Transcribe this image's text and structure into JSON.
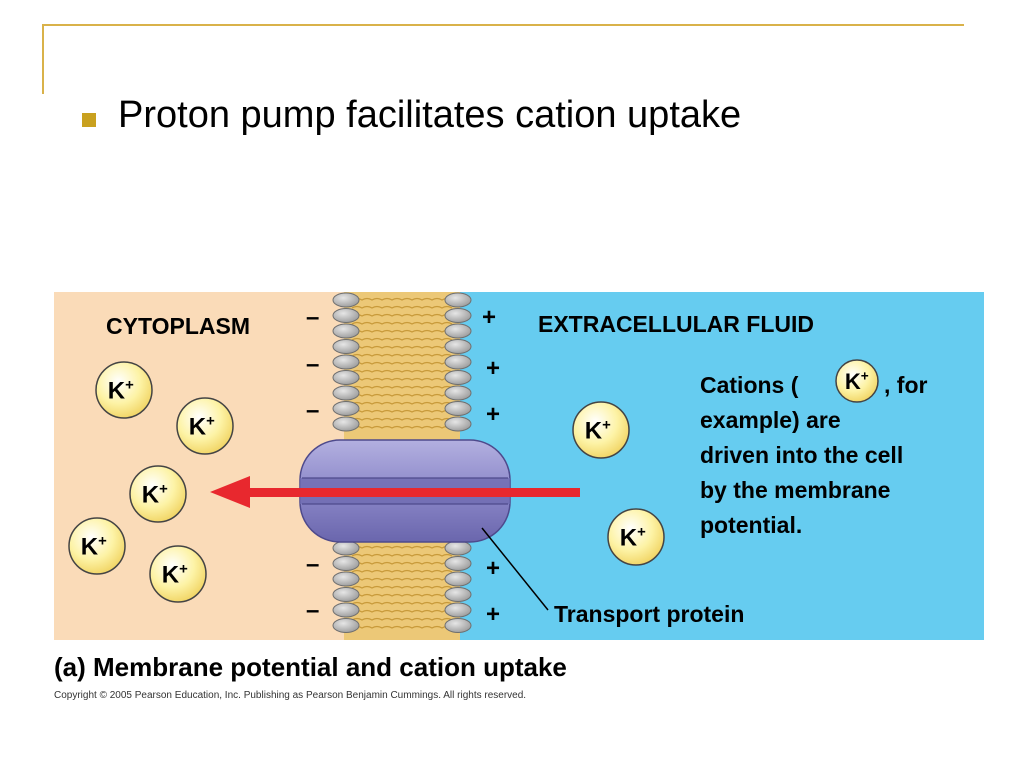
{
  "slide": {
    "title": "Proton pump facilitates cation uptake"
  },
  "diagram": {
    "cytoplasm_label": "CYTOPLASM",
    "extracellular_label": "EXTRACELLULAR FLUID",
    "ion_label": "K",
    "ion_charge": "+",
    "minus_sign": "–",
    "plus_sign": "+",
    "description_lines": [
      "Cations (",
      ", for",
      "example) are",
      "driven into the cell",
      "by the membrane",
      "potential."
    ],
    "transport_protein_label": "Transport protein",
    "colors": {
      "cytoplasm": "#fadbb8",
      "extracellular": "#66ccf0",
      "arrow": "#e8282e",
      "protein": "#8a86c8",
      "ion_fill": "#fdf6b0"
    }
  },
  "caption": {
    "letter": "(a)",
    "text": "Membrane potential and cation uptake"
  },
  "copyright": "Copyright ©  2005 Pearson Education, Inc. Publishing as Pearson Benjamin Cummings. All rights reserved."
}
